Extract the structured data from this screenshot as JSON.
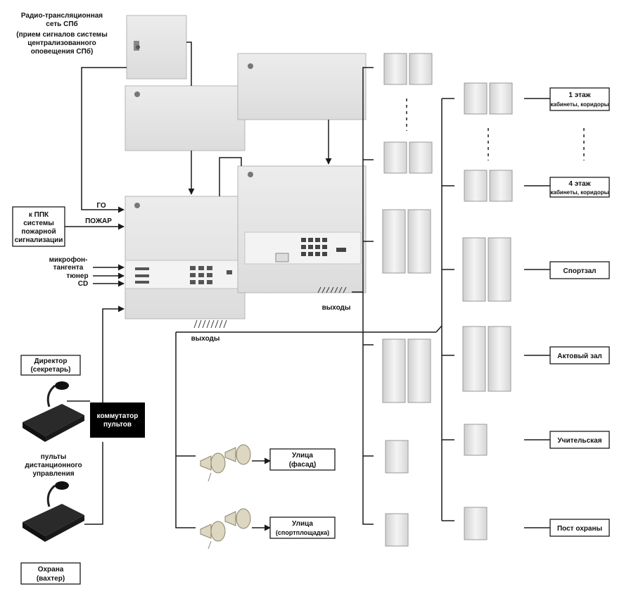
{
  "labels": {
    "radio_net": [
      "Радио-трансляционная",
      "сеть СПб",
      "(прием сигналов системы",
      "централизованного",
      "оповещения СПб)"
    ],
    "go": "ГО",
    "pozhar": "ПОЖАР",
    "ppk": [
      "к ППК",
      "системы",
      "пожарной",
      "сигнализации"
    ],
    "sources": [
      "микрофон-",
      "тангента",
      "тюнер",
      "CD"
    ],
    "outputs_left": "выходы",
    "outputs_right": "выходы",
    "director": [
      "Директор",
      "(секретарь)"
    ],
    "commutator": [
      "коммутатор",
      "пультов"
    ],
    "remote": [
      "пульты",
      "дистанционного",
      "управления"
    ],
    "guard": [
      "Охрана",
      "(вахтер)"
    ],
    "street_facade": [
      "Улица",
      "(фасад)"
    ],
    "street_sport": [
      "Улица",
      "(спортплощадка)"
    ],
    "floor1": [
      "1 этаж",
      "кабинеты, коридоры"
    ],
    "floor4": [
      "4 этаж",
      "кабинеты, коридоры"
    ],
    "gym": "Спортзал",
    "hall": "Актовый зал",
    "teachers": "Учительская",
    "guard_post": "Пост охраны"
  },
  "colors": {
    "device": "#e6e6e6",
    "device_edge": "#b8b8b8",
    "line": "#1a1a1a",
    "commutator_bg": "#000000",
    "commutator_text": "#ffffff"
  }
}
